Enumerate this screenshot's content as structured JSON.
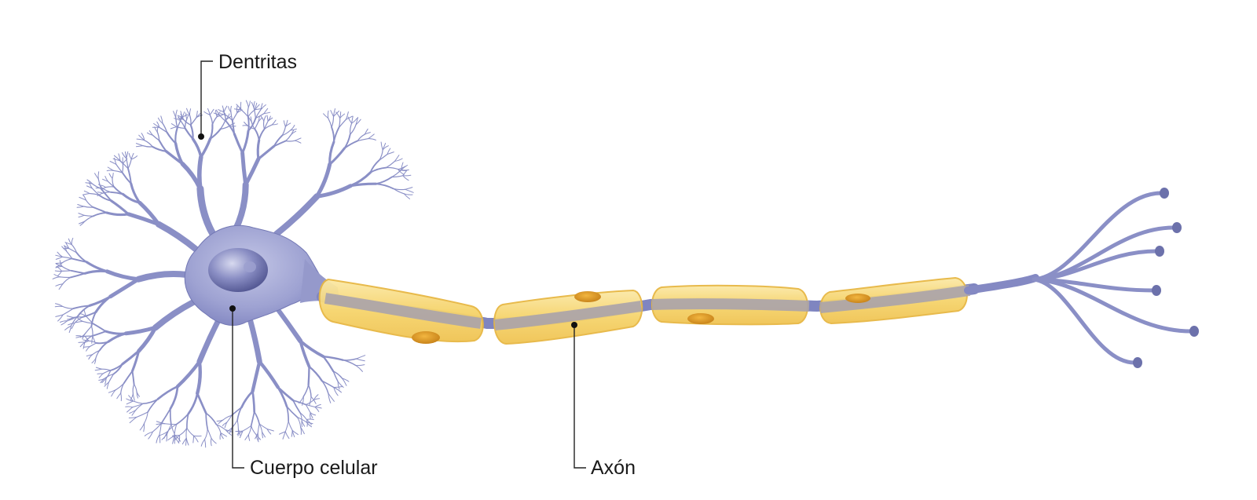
{
  "diagram": {
    "labels": {
      "dendrites": "Dentritas",
      "cell_body": "Cuerpo celular",
      "axon": "Axón"
    },
    "colors": {
      "neuron": "#8a8fc6",
      "neuron_dark": "#6c71ab",
      "nucleus": "#585c99",
      "myelin": "#f7d775",
      "myelin_edge": "#e9b840",
      "schwann_nucleus": "#d9961d",
      "axon_core": "#aaa4ac",
      "leader_line": "#222222"
    }
  }
}
